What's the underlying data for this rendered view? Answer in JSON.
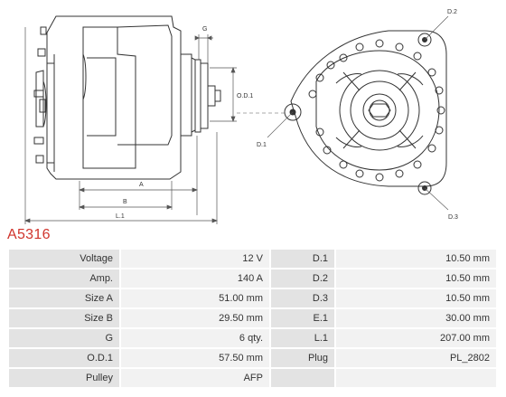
{
  "product": {
    "code": "A5316"
  },
  "drawing": {
    "dimension_labels": {
      "G": "G",
      "O1": "O.D.1",
      "A": "A",
      "B": "B",
      "L1": "L.1",
      "D1": "D.1",
      "D2": "D.2",
      "D3": "D.3"
    }
  },
  "specs": {
    "rows": [
      {
        "label": "Voltage",
        "value": "12 V",
        "label2": "D.1",
        "value2": "10.50 mm"
      },
      {
        "label": "Amp.",
        "value": "140 A",
        "label2": "D.2",
        "value2": "10.50 mm"
      },
      {
        "label": "Size A",
        "value": "51.00 mm",
        "label2": "D.3",
        "value2": "10.50 mm"
      },
      {
        "label": "Size B",
        "value": "29.50 mm",
        "label2": "E.1",
        "value2": "30.00 mm"
      },
      {
        "label": "G",
        "value": "6 qty.",
        "label2": "L.1",
        "value2": "207.00 mm"
      },
      {
        "label": "O.D.1",
        "value": "57.50 mm",
        "label2": "Plug",
        "value2": "PL_2802"
      },
      {
        "label": "Pulley",
        "value": "AFP",
        "label2": "",
        "value2": ""
      }
    ]
  },
  "colors": {
    "title": "#d0342c",
    "label_cell": "#e3e3e3",
    "value_cell": "#f2f2f2",
    "line": "#333333"
  }
}
